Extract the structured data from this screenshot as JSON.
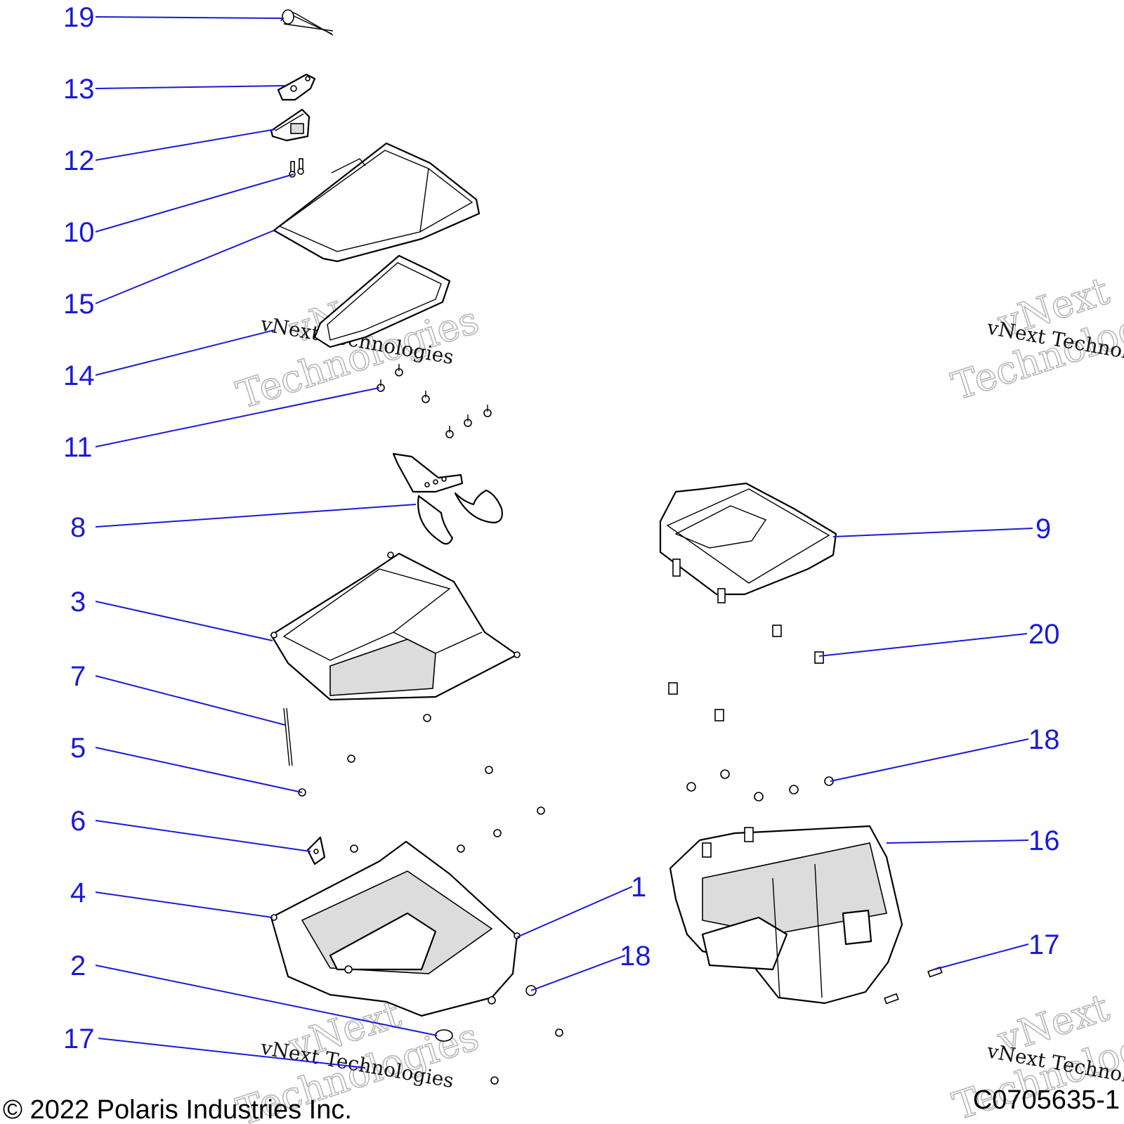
{
  "callouts": [
    {
      "id": "19",
      "label": "19"
    },
    {
      "id": "13",
      "label": "13"
    },
    {
      "id": "12",
      "label": "12"
    },
    {
      "id": "10",
      "label": "10"
    },
    {
      "id": "15",
      "label": "15"
    },
    {
      "id": "14",
      "label": "14"
    },
    {
      "id": "11",
      "label": "11"
    },
    {
      "id": "8",
      "label": "8"
    },
    {
      "id": "3",
      "label": "3"
    },
    {
      "id": "7",
      "label": "7"
    },
    {
      "id": "5",
      "label": "5"
    },
    {
      "id": "6",
      "label": "6"
    },
    {
      "id": "4",
      "label": "4"
    },
    {
      "id": "2",
      "label": "2"
    },
    {
      "id": "17a",
      "label": "17"
    },
    {
      "id": "9",
      "label": "9"
    },
    {
      "id": "20",
      "label": "20"
    },
    {
      "id": "18a",
      "label": "18"
    },
    {
      "id": "16",
      "label": "16"
    },
    {
      "id": "1",
      "label": "1"
    },
    {
      "id": "18b",
      "label": "18"
    },
    {
      "id": "17b",
      "label": "17"
    }
  ],
  "watermark": {
    "big_line1": "vNext",
    "big_line2": "Technologies",
    "small": "vNext Technologies"
  },
  "footer": {
    "copyright": "© 2022 Polaris Industries Inc.",
    "diagram_code": "C0705635-1"
  },
  "colors": {
    "callout": "#1a1ad8",
    "line_art": "#000000",
    "shading": "#dcdcdc"
  }
}
